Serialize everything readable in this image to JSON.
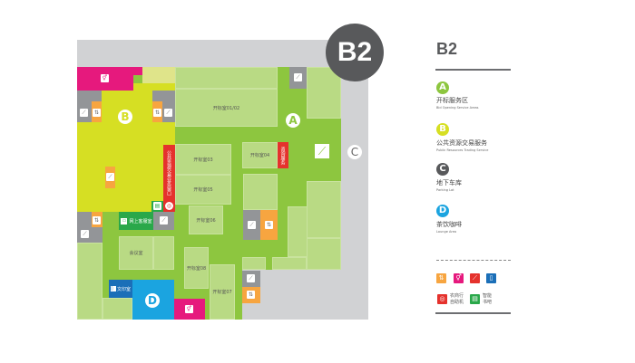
{
  "floor": "B2",
  "zones": {
    "A": "A",
    "B": "B",
    "C": "C",
    "D": "D"
  },
  "rooms": {
    "r0102": "开标室01/02",
    "r03": "开标室03",
    "r04": "开标室04",
    "r05": "开标室05",
    "r06": "开标室06",
    "r07": "开标室07",
    "r08": "开标室08",
    "service_window": "公共资源交易业务窗口",
    "consult": "咨询服务",
    "online_service": "网上客服室",
    "meeting": "会议室",
    "print": "文印室"
  },
  "legend": {
    "title": "B2",
    "items": [
      {
        "letter": "A",
        "zh": "开标服务区",
        "en": "Bid Opening Service Areas",
        "color": "#8dc63f"
      },
      {
        "letter": "B",
        "zh": "公共资源交易服务",
        "en": "Public Resources Trading Service",
        "color": "#d6df23"
      },
      {
        "letter": "C",
        "zh": "地下车库",
        "en": "Parking Lot",
        "color": "#58595b"
      },
      {
        "letter": "D",
        "zh": "茶饮咖啡",
        "en": "Lounge Area",
        "color": "#1ba4e0"
      }
    ],
    "facilities": [
      {
        "icon": "elevator-icon",
        "color": "#f7a540"
      },
      {
        "icon": "restroom-icon",
        "color": "#e6197d"
      },
      {
        "icon": "escalator-icon",
        "color": "#e5322d"
      },
      {
        "icon": "document-icon",
        "color": "#1b6fb8"
      }
    ],
    "atm": {
      "label1": "农商行",
      "label2": "自助机",
      "color": "#e5322d"
    },
    "book": {
      "label1": "智能",
      "label2": "书吧",
      "color": "#2aa84a"
    }
  },
  "colors": {
    "green": "#8dc63f",
    "light_green": "#b9da84",
    "yellow": "#d6df23",
    "magenta": "#e6197d",
    "gray": "#939598",
    "orange": "#f7a540"
  }
}
